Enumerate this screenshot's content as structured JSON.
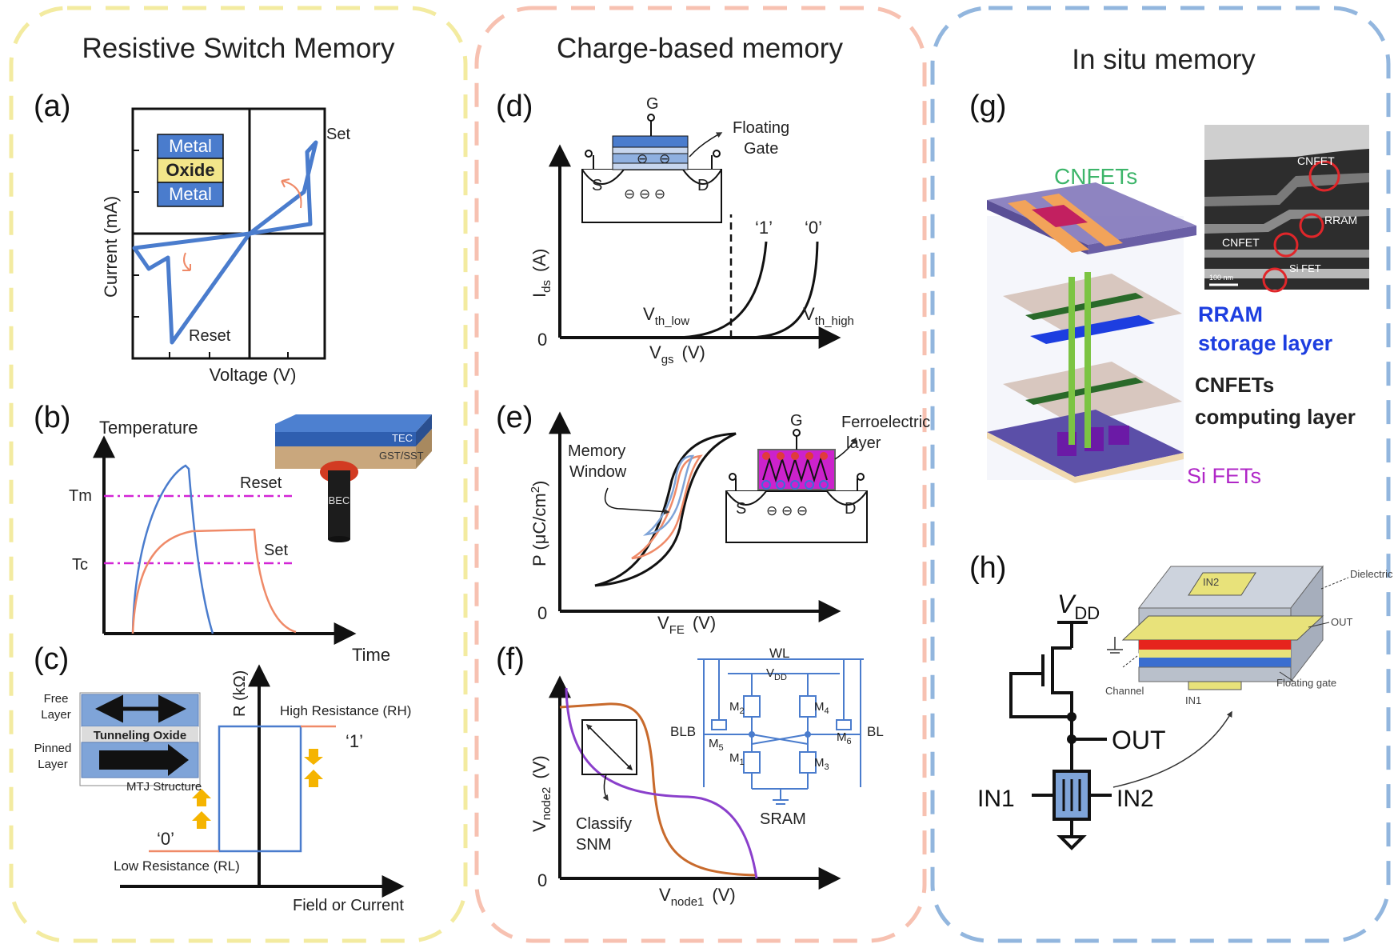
{
  "panels_group": {
    "resistive": {
      "title": "Resistive Switch Memory"
    },
    "charge": {
      "title": "Charge-based memory"
    },
    "insitu": {
      "title": "In situ memory"
    }
  },
  "a": {
    "label": "(a)",
    "ylabel": "Current (mA)",
    "xlabel": "Voltage (V)",
    "set": "Set",
    "reset": "Reset",
    "stack": [
      "Metal",
      "Oxide",
      "Metal"
    ]
  },
  "b": {
    "label": "(b)",
    "ylabel": "Temperature",
    "xlabel": "Time",
    "tm": "Tm",
    "tc": "Tc",
    "reset": "Reset",
    "set": "Set",
    "tec": "TEC",
    "gst": "GST/SST",
    "bec": "BEC"
  },
  "c": {
    "label": "(c)",
    "ylabel": "R (kΩ)",
    "xlabel": "Field or Current",
    "high": "High Resistance (RH)",
    "low": "Low Resistance (RL)",
    "one": "‘1’",
    "zero": "‘0’",
    "free": "Free",
    "free2": "Layer",
    "tunnel": "Tunneling Oxide",
    "pinned": "Pinned",
    "pinned2": "Layer",
    "mtj": "MTJ Structure"
  },
  "d": {
    "label": "(d)",
    "g": "G",
    "fg1": "Floating",
    "fg2": "Gate",
    "s": "S",
    "dd": "D",
    "one": "‘1’",
    "zero": "‘0’",
    "ids": "I",
    "ids_sub": "ds",
    "ids_unit": "(A)",
    "vth_low": "V",
    "vth_low_sub": "th_low",
    "vth_high": "V",
    "vth_high_sub": "th_high",
    "vgs": "V",
    "vgs_sub": "gs",
    "vgs_unit": "(V)",
    "zero_axis": "0"
  },
  "e": {
    "label": "(e)",
    "g": "G",
    "fe1": "Ferroelectric",
    "fe2": "layer",
    "mw1": "Memory",
    "mw2": "Window",
    "s": "S",
    "dd": "D",
    "p": "P (μC/cm",
    "p_sup": "2",
    "p_end": ")",
    "vfe": "V",
    "vfe_sub": "FE",
    "vfe_unit": "(V)",
    "zero_axis": "0"
  },
  "f": {
    "label": "(f)",
    "wl": "WL",
    "vdd": "V",
    "vdd_sub": "DD",
    "blb": "BLB",
    "bl": "BL",
    "sram": "SRAM",
    "m1": "M",
    "m1s": "1",
    "m2": "M",
    "m2s": "2",
    "m3": "M",
    "m3s": "3",
    "m4": "M",
    "m4s": "4",
    "m5": "M",
    "m5s": "5",
    "m6": "M",
    "m6s": "6",
    "classify1": "Classify",
    "classify2": "SNM",
    "vn2": "V",
    "vn2_sub": "node2",
    "vn2_unit": "(V)",
    "vn1": "V",
    "vn1_sub": "node1",
    "vn1_unit": "(V)",
    "zero_axis": "0"
  },
  "g": {
    "label": "(g)",
    "cnfets": "CNFETs",
    "rram1": "RRAM",
    "rram2": "storage layer",
    "comp1": "CNFETs",
    "comp2": "computing layer",
    "sifets": "Si FETs",
    "tem_cnfet": "CNFET",
    "tem_rram": "RRAM",
    "tem_cnfet2": "CNFET",
    "tem_sifet": "Si FET",
    "tem_scale": "100 nm"
  },
  "h": {
    "label": "(h)",
    "vdd": "V",
    "vdd_sub": "DD",
    "out": "OUT",
    "in1": "IN1",
    "in2": "IN2",
    "d_in2": "IN2",
    "d_dielectric": "Dielectric",
    "d_out": "OUT",
    "d_channel": "Channel",
    "d_in1": "IN1",
    "d_fg": "Floating gate"
  },
  "colors": {
    "yellow_frame": "#f3eba0",
    "salmon_frame": "#f7c1b1",
    "blue_frame": "#92b6de",
    "curve_blue": "#4a7ccd",
    "curve_orange": "#ef8a68",
    "magenta": "#d326d6",
    "purple": "#8a3fcb",
    "brown": "#c86a2c",
    "rram_blue": "#1d3ee0",
    "si_purple": "#b026c7",
    "cnfet_green": "#3db56a"
  }
}
